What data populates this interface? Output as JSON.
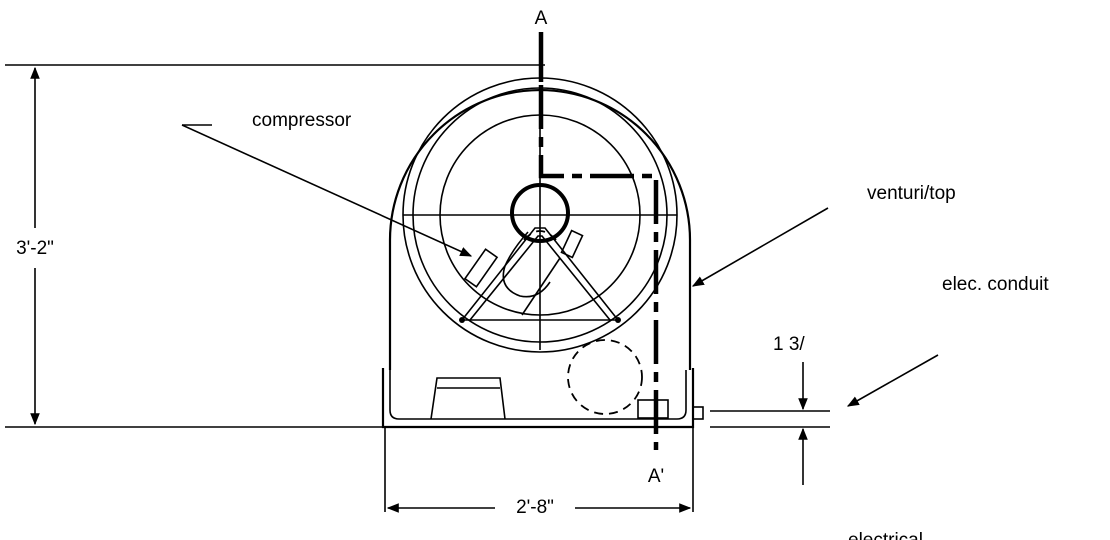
{
  "labels": {
    "section_top": "A",
    "section_bottom": "A'",
    "compressor": "compressor",
    "venturi": "venturi/top",
    "elec_conduit": "elec. conduit",
    "height_dim": "3'-2\"",
    "width_dim": "2'-8\"",
    "small_dim": "1 3/",
    "electrical": "electrical"
  }
}
